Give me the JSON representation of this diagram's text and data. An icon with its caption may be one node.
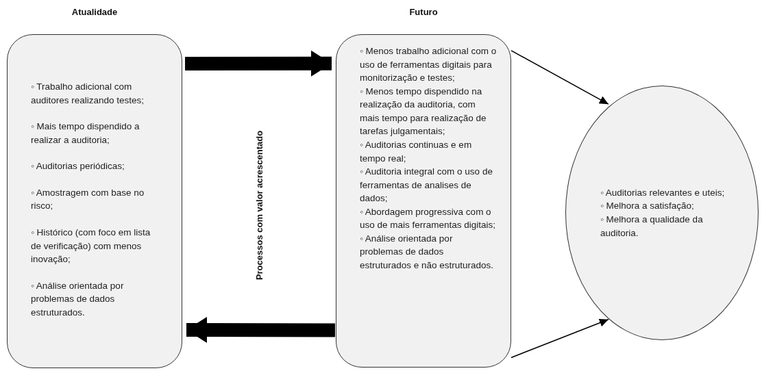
{
  "diagram": {
    "nodes": [
      {
        "text": [
          "Atualidade",
          "◦ Trabalho adicional com auditores realizando testes;",
          "◦ Mais tempo dispendido a realizar a auditoria;",
          "◦ Auditorias periódicas;",
          "◦ Amostragem com base no risco;",
          "◦ Histórico (com foco em lista de verificação) com menos inovação;",
          "◦ Análise orientada por problemas de dados estruturados."
        ]
      },
      {
        "text": [
          "Futuro",
          "◦ Menos trabalho adicional com o uso de ferramentas digitais para monitorização e testes;",
          "◦ Menos tempo dispendido na realização da auditoria, com mais tempo para realização de tarefas julgamentais;",
          "◦ Auditorias continuas e em tempo real;",
          "◦ Auditoria integral com o uso de ferramentas de analises de dados;",
          "◦ Abordagem progressiva com o uso de mais ferramentas digitais;",
          "◦ Análise orientada por problemas de dados estruturados e não estruturados."
        ]
      },
      {
        "text": [
          "◦ Auditorias relevantes e uteis;",
          "◦ Melhora a satisfação;",
          "◦ Melhora a qualidade da auditoria."
        ]
      }
    ],
    "edges": [
      {
        "from": 0,
        "to": 1,
        "arrow": "to",
        "style": "thick"
      },
      {
        "from": 1,
        "to": 0,
        "arrow": "to",
        "style": "thick"
      },
      {
        "from": 1,
        "to": 2,
        "arrow": "to"
      },
      {
        "from": 1,
        "to": 2,
        "arrow": "to"
      }
    ],
    "labels": [
      "Processos com valor acrescentado"
    ]
  }
}
